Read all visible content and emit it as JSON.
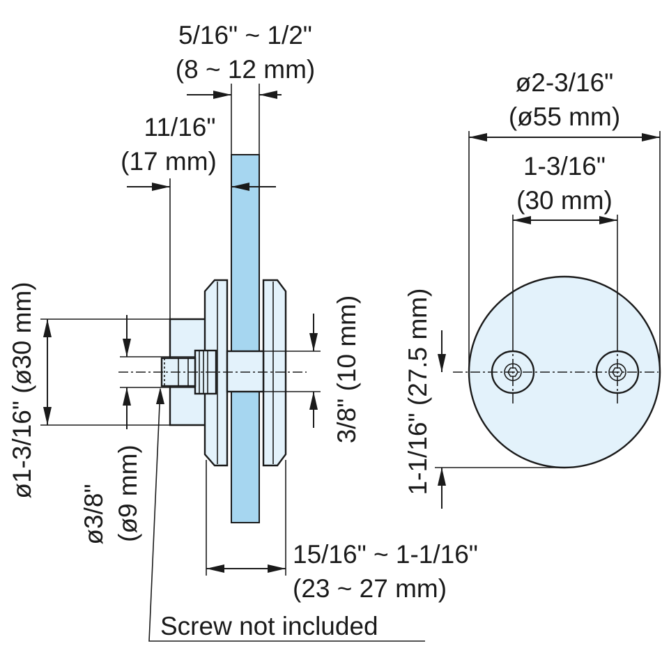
{
  "dimensions": {
    "glass_thickness": {
      "imperial": "5/16\" ~ 1/2\"",
      "metric": "(8 ~ 12 mm)"
    },
    "offset": {
      "imperial": "11/16\"",
      "metric": "(17 mm)"
    },
    "base_diameter": {
      "imperial": "ø1-3/16\" (ø30 mm)"
    },
    "screw_diameter": {
      "imperial": "ø3/8\"",
      "metric": "(ø9 mm)"
    },
    "hole_depth": {
      "imperial": "3/8\" (10 mm)"
    },
    "overall_width": {
      "imperial": "15/16\" ~ 1-1/16\"",
      "metric": "(23 ~ 27 mm)"
    },
    "plate_diameter": {
      "imperial": "ø2-3/16\"",
      "metric": "(ø55 mm)"
    },
    "hole_spacing": {
      "imperial": "1-3/16\"",
      "metric": "(30 mm)"
    },
    "hole_height": {
      "imperial": "1-1/16\" (27.5 mm)"
    }
  },
  "note": "Screw not included",
  "colors": {
    "glass": "#a6d6f0",
    "hardware": "#e3f2fb",
    "line": "#1a1a1a"
  }
}
